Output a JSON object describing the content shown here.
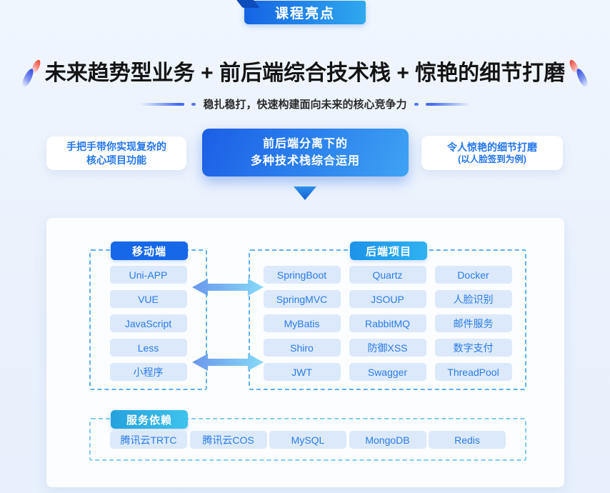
{
  "ribbon": {
    "label": "课程亮点"
  },
  "header": {
    "title": "未来趋势型业务 + 前后端综合技术栈 + 惊艳的细节打磨",
    "subtitle": "稳扎稳打，快速构建面向未来的核心竞争力"
  },
  "cards": [
    {
      "line1": "手把手带你实现复杂的",
      "line2": "核心项目功能"
    },
    {
      "line1": "前后端分离下的",
      "line2": "多种技术栈综合运用"
    },
    {
      "line1": "令人惊艳的细节打磨",
      "line2": "(以人脸签到为例)"
    }
  ],
  "diagram": {
    "mobile": {
      "label": "移动端",
      "items": [
        "Uni-APP",
        "VUE",
        "JavaScript",
        "Less",
        "小程序"
      ]
    },
    "backend": {
      "label": "后端项目",
      "items": [
        "SpringBoot",
        "Quartz",
        "Docker",
        "SpringMVC",
        "JSOUP",
        "人脸识别",
        "MyBatis",
        "RabbitMQ",
        "邮件服务",
        "Shiro",
        "防御XSS",
        "数字支付",
        "JWT",
        "Swagger",
        "ThreadPool"
      ]
    },
    "services": {
      "label": "服务依赖",
      "items": [
        "腾讯云TRTC",
        "腾讯云COS",
        "MySQL",
        "MongoDB",
        "Redis"
      ]
    }
  },
  "colors": {
    "accent_blue": "#1a66e8",
    "sky_blue": "#2fa9ee",
    "pill_bg": "#dce9fa",
    "pill_text": "#2a7bea",
    "dashed_border": "#5fb0f0",
    "ribbon_fold": "#0d4cbb"
  }
}
